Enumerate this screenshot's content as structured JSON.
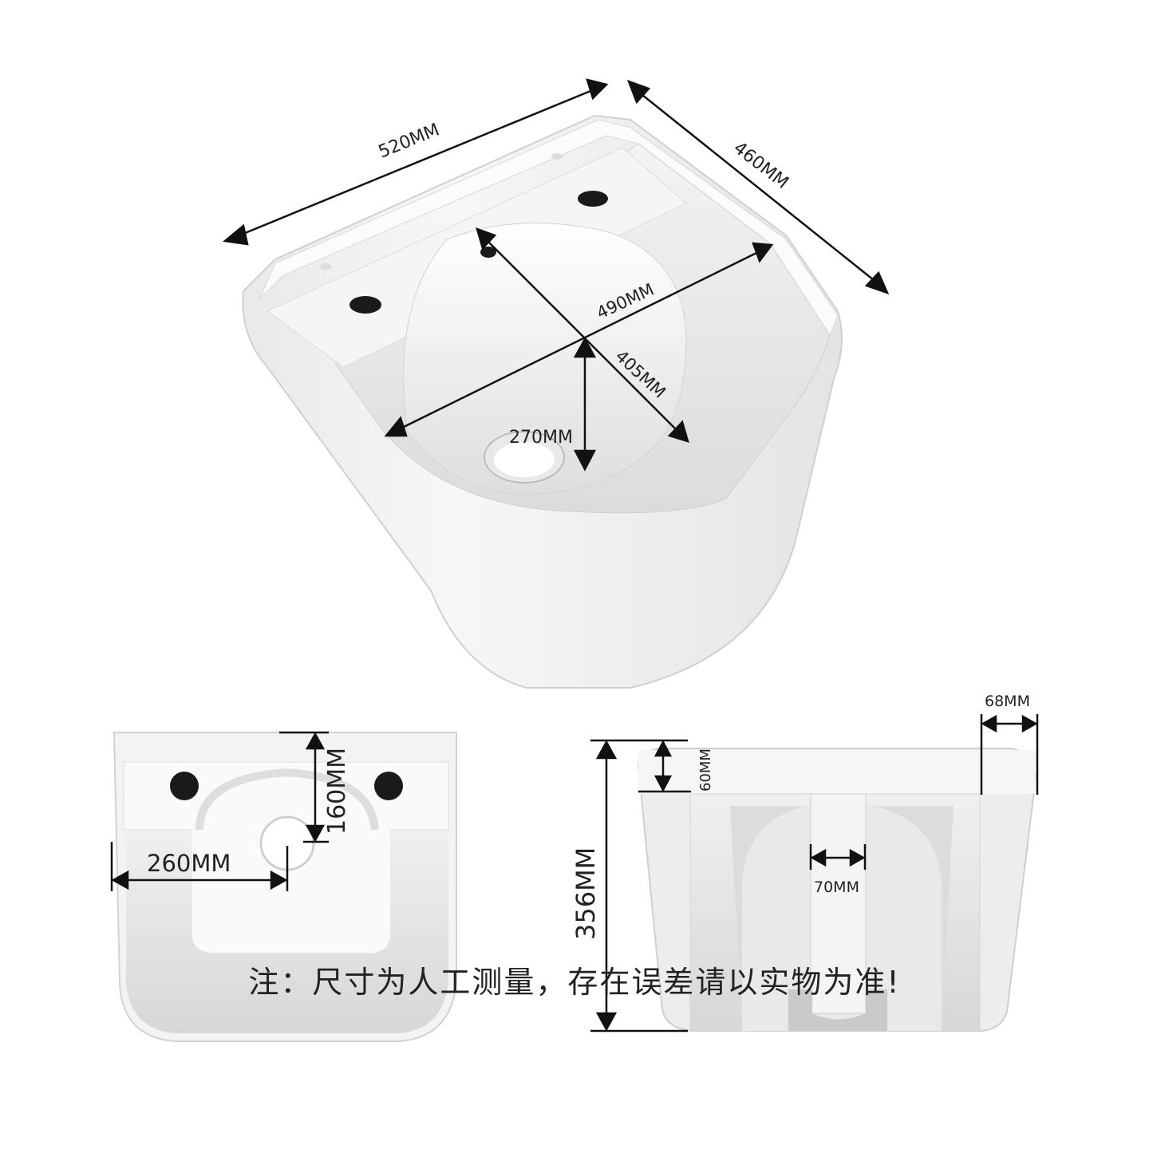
{
  "top_view": {
    "width_label": "520MM",
    "depth_label": "460MM",
    "diagonal_label": "490MM",
    "inner_depth_label": "405MM",
    "drain_height_label": "270MM"
  },
  "front_view": {
    "drain_offset_label": "260MM",
    "drain_height_label": "160MM"
  },
  "side_view": {
    "height_label": "356MM",
    "rim_label": "60MM",
    "wall_label": "68MM",
    "channel_label": "70MM"
  },
  "note": "注：尺寸为人工测量，存在误差请以实物为准!"
}
